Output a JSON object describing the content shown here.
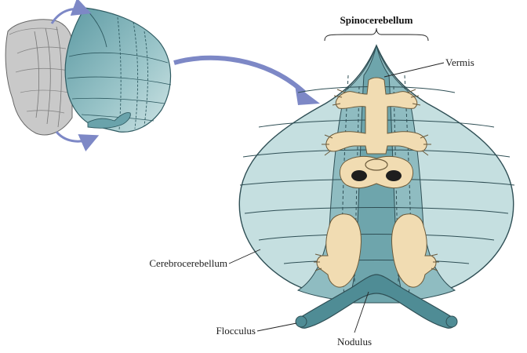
{
  "labels": {
    "spinocerebellum": "Spinocerebellum",
    "vermis": "Vermis",
    "cerebrocerebellum": "Cerebrocerebellum",
    "flocculus": "Flocculus",
    "nodulus": "Nodulus"
  },
  "colors": {
    "pale_lobe": "#c5dfe0",
    "mid_teal": "#8fbcc1",
    "dark_teal": "#4f8c95",
    "homunculus": "#f1dcb2",
    "arrow_blue": "#7d88c6",
    "outline": "#2f4f55"
  }
}
